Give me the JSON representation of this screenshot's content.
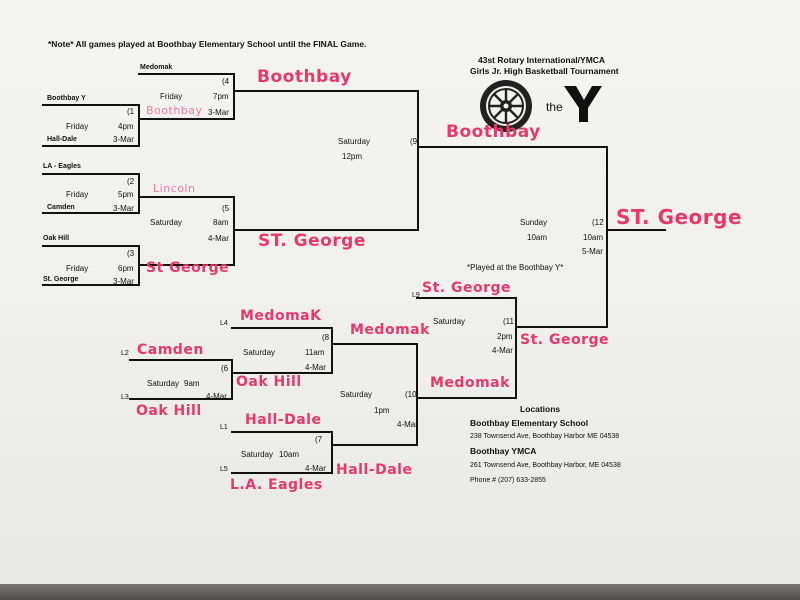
{
  "note": "*Note* All games played at Boothbay Elementary School until the FINAL Game.",
  "title": {
    "line1": "43st Rotary International/YMCA",
    "line2": "Girls Jr. High Basketball Tournament"
  },
  "logo_ymca_text": "the",
  "played_at": "*Played at the Boothbay Y*",
  "teams": {
    "medomak": "Medomak",
    "boothbay_y": "Boothbay Y",
    "hall_dale": "Hall-Dale",
    "la_eagles": "LA - Eagles",
    "camden": "Camden",
    "oak_hill": "Oak Hill",
    "st_george": "St. George"
  },
  "games": {
    "g1": {
      "num": "(1",
      "day": "Friday",
      "time": "4pm",
      "date": "3-Mar"
    },
    "g2": {
      "num": "(2",
      "day": "Friday",
      "time": "5pm",
      "date": "3-Mar"
    },
    "g3": {
      "num": "(3",
      "day": "Friday",
      "time": "6pm",
      "date": "3-Mar"
    },
    "g4": {
      "num": "(4",
      "day": "Friday",
      "time": "7pm",
      "date": "3-Mar"
    },
    "g5": {
      "num": "(5",
      "day": "Saturday",
      "time": "8am",
      "date": "4-Mar"
    },
    "g6": {
      "num": "(6",
      "day": "Saturday",
      "time": "9am",
      "date": "4-Mar"
    },
    "g7": {
      "num": "(7",
      "day": "Saturday",
      "time": "10am",
      "date": "4-Mar"
    },
    "g8": {
      "num": "(8",
      "day": "Saturday",
      "time": "11am",
      "date": "4-Mar"
    },
    "g9": {
      "num": "(9",
      "day": "Saturday",
      "time": "12pm"
    },
    "g10": {
      "num": "(10",
      "day": "Saturday",
      "time": "1pm",
      "date": "4-Mar"
    },
    "g11": {
      "num": "(11",
      "day": "Saturday",
      "time": "2pm",
      "date": "4-Mar"
    },
    "g12": {
      "num": "(12",
      "day": "Sunday",
      "time": "10am",
      "time2": "10am",
      "date": "5-Mar"
    }
  },
  "seeds": {
    "l2": "L2",
    "l3": "L3",
    "l1": "L1",
    "l4": "L4",
    "l5": "L5",
    "l9": "L9"
  },
  "handwritten": {
    "g4_winner": "Boothbay",
    "g1_winner": "Boothbay",
    "g2_winner": "Lincoln",
    "g9_winner": "Boothbay",
    "g5_winner": "ST. George",
    "g3_winner": "St George",
    "final_winner": "ST. George",
    "l9_team": "St. George",
    "l4_team": "MedomaK",
    "g8_winner": "Medomak",
    "l2_team": "Camden",
    "g6_winner": "Oak Hill",
    "l3_team": "Oak Hill",
    "g10_winner": "Medomak",
    "g11_winner": "St. George",
    "l1_team": "Hall-Dale",
    "g7_winner": "Hall-Dale",
    "l5_team": "L.A. Eagles"
  },
  "locations": {
    "heading": "Locations",
    "school": "Boothbay Elementary School",
    "school_addr": "238 Townsend Ave, Boothbay Harbor ME 04538",
    "ymca": "Boothbay YMCA",
    "ymca_addr": "261 Townsend Ave, Boothbay Harbor, ME 04538",
    "phone": "Phone # (207) 633-2855"
  }
}
